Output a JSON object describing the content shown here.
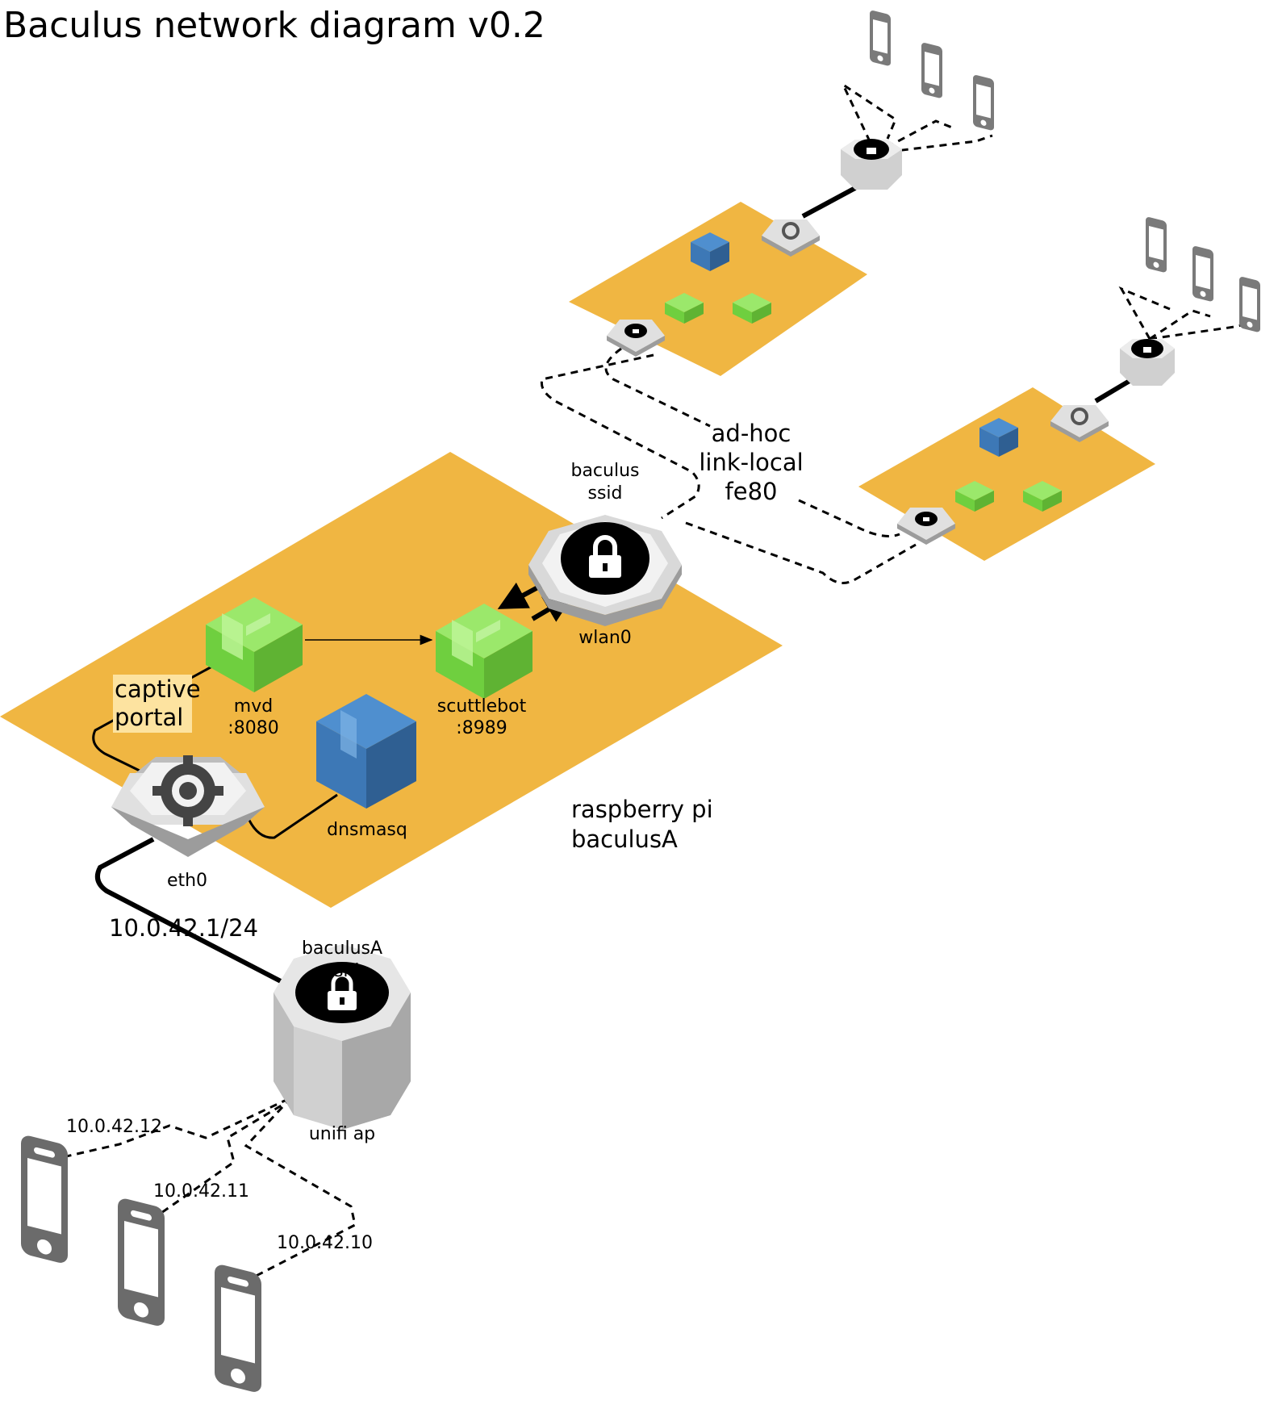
{
  "title": "Baculus network diagram v0.2",
  "labels": {
    "captive_portal": [
      "captive",
      "portal"
    ],
    "mvd": [
      "mvd",
      ":8080"
    ],
    "scuttlebot": [
      "scuttlebot",
      ":8989"
    ],
    "dnsmasq": "dnsmasq",
    "eth0": "eth0",
    "wlan0": "wlan0",
    "baculus_ssid": [
      "baculus",
      "ssid"
    ],
    "baculusA_ssid": [
      "baculusA",
      "ssid"
    ],
    "adhoc": [
      "ad-hoc",
      "link-local",
      "fe80"
    ],
    "raspberry_pi": [
      "raspberry pi",
      "baculusA"
    ],
    "ip_eth0": "10.0.42.1/24",
    "unifi_ap": "unifi ap",
    "client_ips": [
      "10.0.42.12",
      "10.0.42.11",
      "10.0.42.10"
    ]
  },
  "colors": {
    "platform": "#f0b642",
    "green_box": "#7ed957",
    "blue_box": "#3f7fbf",
    "device_gray": "#d9d9d9",
    "phone_gray": "#6b6b6b"
  },
  "icons": [
    "gear-icon",
    "lock-icon",
    "phone-icon",
    "container-icon"
  ]
}
